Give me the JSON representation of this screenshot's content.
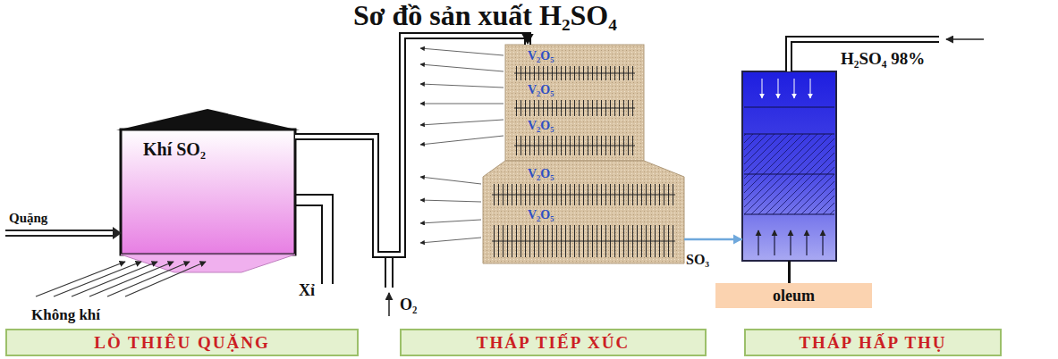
{
  "diagram": {
    "title": "Sơ đồ sản xuất H₂SO₄",
    "nodes": [
      {
        "text": [
          "Khí SO₂"
        ]
      },
      {
        "text": [
          "V₂O₅",
          "V₂O₅",
          "V₂O₅"
        ]
      },
      {
        "text": [
          "V₂O₅",
          "V₂O₅"
        ]
      },
      {
        "text": [
          "H₂SO₄ 98%"
        ]
      },
      {
        "text": [
          "oleum"
        ]
      },
      {
        "text": [
          "LÒ THIÊU QUẶNG"
        ]
      },
      {
        "text": [
          "THÁP TIẾP XÚC"
        ]
      },
      {
        "text": [
          "THÁP HẤP THỤ"
        ]
      }
    ],
    "edges": [
      {
        "from": 0,
        "to": 1,
        "arrow": "to"
      },
      {
        "from": 2,
        "to": 3,
        "label": "SO₃",
        "arrow": "to"
      },
      {
        "from": 3,
        "to": 4,
        "arrow": "none"
      }
    ],
    "labels": [
      "Quặng",
      "Không khí",
      "Xỉ",
      "O₂"
    ]
  }
}
